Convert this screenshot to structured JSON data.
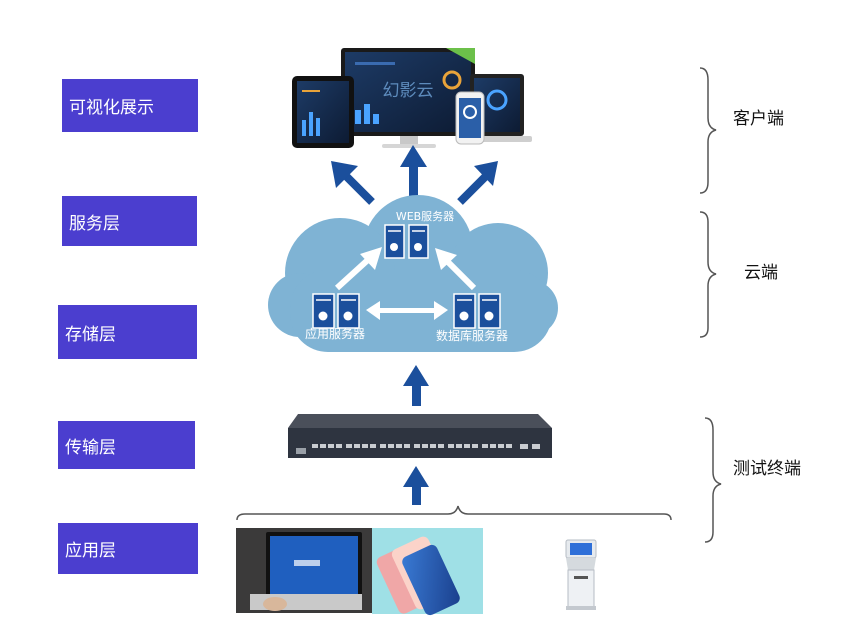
{
  "layers": [
    {
      "label": "可视化展示"
    },
    {
      "label": "服务层"
    },
    {
      "label": "存储层"
    },
    {
      "label": "传输层"
    },
    {
      "label": "应用层"
    }
  ],
  "tiers": [
    {
      "label": "客户端"
    },
    {
      "label": "云端"
    },
    {
      "label": "测试终端"
    }
  ],
  "cloud": {
    "web_server": "WEB服务器",
    "app_server": "应用服务器",
    "db_server": "数据库服务器"
  },
  "monitor_brand": "幻影云",
  "colors": {
    "layer_bg": "#4b3ecf",
    "cloud": "#7fb3d4",
    "arrow": "#1b4f9c",
    "switch": "#2e3440"
  }
}
